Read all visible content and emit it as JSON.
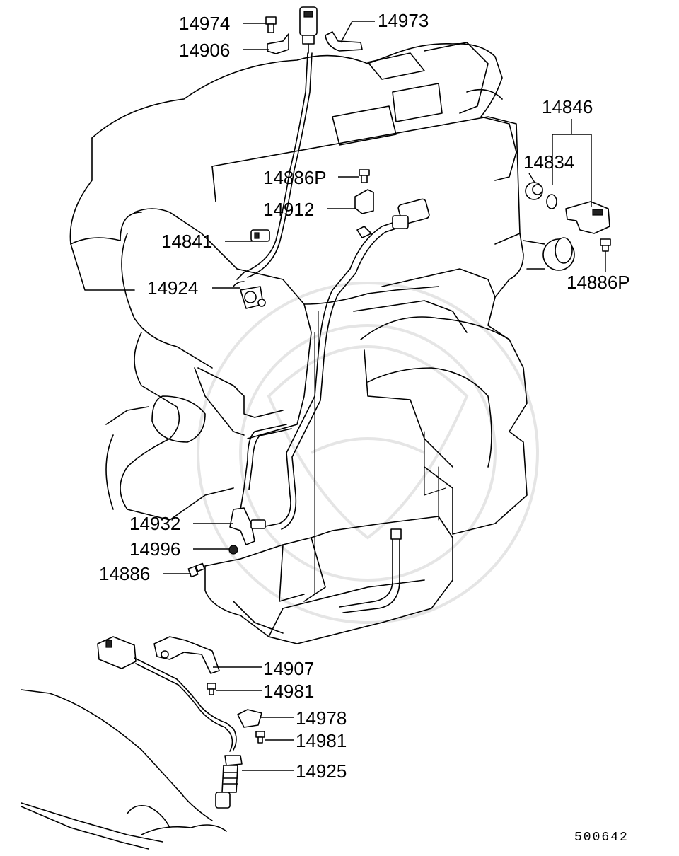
{
  "callouts": [
    {
      "key": "p14974",
      "label": "14974"
    },
    {
      "key": "p14906",
      "label": "14906"
    },
    {
      "key": "p14973",
      "label": "14973"
    },
    {
      "key": "p14846",
      "label": "14846"
    },
    {
      "key": "p14834",
      "label": "14834"
    },
    {
      "key": "p14886P_a",
      "label": "14886P"
    },
    {
      "key": "p14912",
      "label": "14912"
    },
    {
      "key": "p14841",
      "label": "14841"
    },
    {
      "key": "p14924",
      "label": "14924"
    },
    {
      "key": "p14886P_b",
      "label": "14886P"
    },
    {
      "key": "p14932",
      "label": "14932"
    },
    {
      "key": "p14996",
      "label": "14996"
    },
    {
      "key": "p14886",
      "label": "14886"
    },
    {
      "key": "p14907",
      "label": "14907"
    },
    {
      "key": "p14981_a",
      "label": "14981"
    },
    {
      "key": "p14978",
      "label": "14978"
    },
    {
      "key": "p14981_b",
      "label": "14981"
    },
    {
      "key": "p14925",
      "label": "14925"
    }
  ],
  "diagram_code": "500642"
}
